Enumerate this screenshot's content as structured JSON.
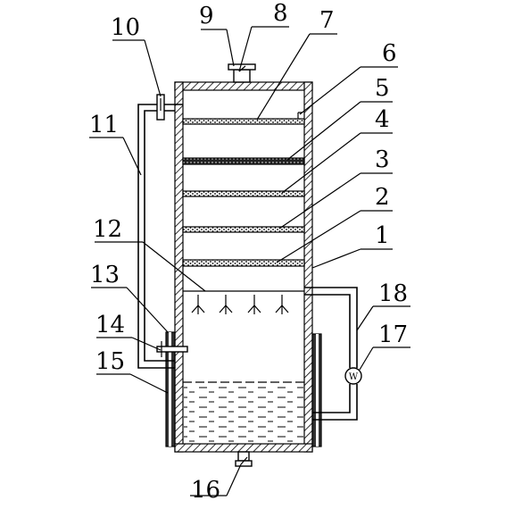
{
  "labels": {
    "l1": "1",
    "l2": "2",
    "l3": "3",
    "l4": "4",
    "l5": "5",
    "l6": "6",
    "l7": "7",
    "l8": "8",
    "l9": "9",
    "l10": "10",
    "l11": "11",
    "l12": "12",
    "l13": "13",
    "l14": "14",
    "l15": "15",
    "l16": "16",
    "l17": "17",
    "l18": "18"
  },
  "pump_symbol": "W"
}
